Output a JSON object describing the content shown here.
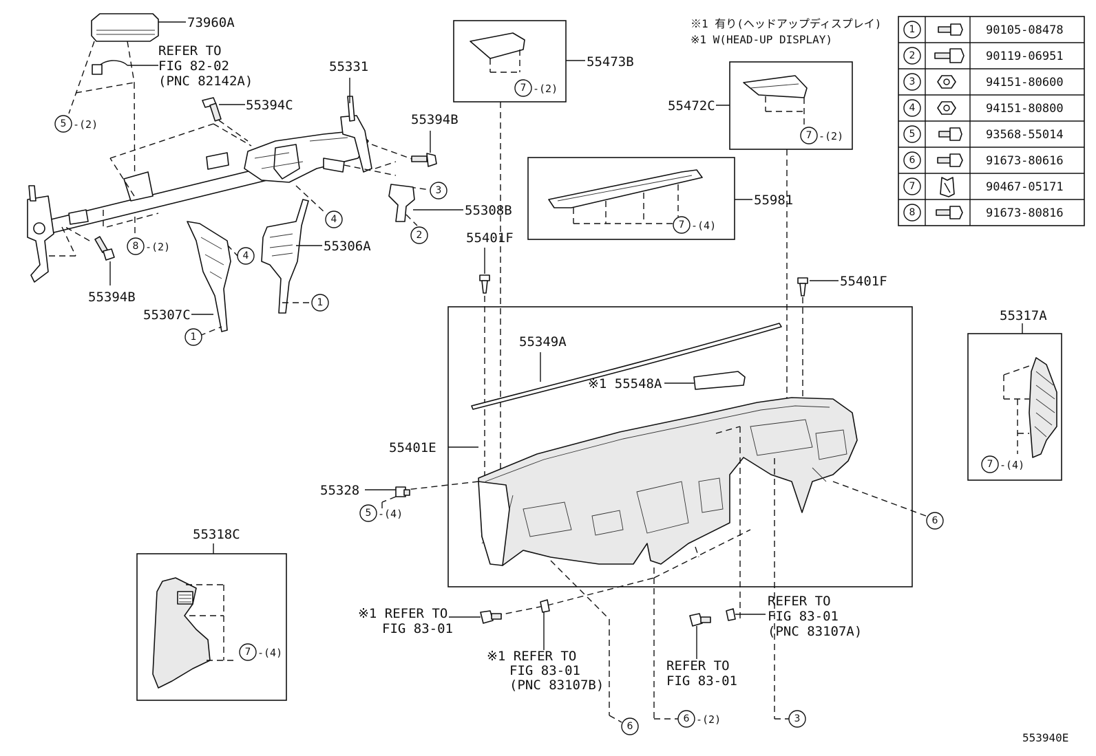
{
  "diagram_id": "553940E",
  "notes": {
    "line1": "※1 有り(ヘッドアップディスプレイ)",
    "line2": "※1 W(HEAD-UP DISPLAY)"
  },
  "fastener_table": [
    {
      "no": "1",
      "part": "90105-08478"
    },
    {
      "no": "2",
      "part": "90119-06951"
    },
    {
      "no": "3",
      "part": "94151-80600"
    },
    {
      "no": "4",
      "part": "94151-80800"
    },
    {
      "no": "5",
      "part": "93568-55014"
    },
    {
      "no": "6",
      "part": "91673-80616"
    },
    {
      "no": "7",
      "part": "90467-05171"
    },
    {
      "no": "8",
      "part": "91673-80816"
    }
  ],
  "labels": {
    "p73960A": "73960A",
    "p55331": "55331",
    "p55394C": "55394C",
    "p55394B_top": "55394B",
    "p55394B_left": "55394B",
    "p55308B": "55308B",
    "p55306A": "55306A",
    "p55307C": "55307C",
    "p55473B": "55473B",
    "p55472C": "55472C",
    "p55981": "55981",
    "p55401F_left": "55401F",
    "p55401F_right": "55401F",
    "p55349A": "55349A",
    "p55548A": "※1 55548A",
    "p55401E": "55401E",
    "p55328": "55328",
    "p55317A": "55317A",
    "p55318C": "55318C"
  },
  "refers": {
    "fig8202": {
      "l1": "REFER TO",
      "l2": "FIG 82-02",
      "l3": "(PNC 82142A)"
    },
    "fig8301_a": {
      "l1": "※1 REFER TO",
      "l2": "FIG 83-01"
    },
    "fig8301_b": {
      "l1": "※1 REFER TO",
      "l2": "FIG 83-01",
      "l3": "(PNC 83107B)"
    },
    "fig8301_c": {
      "l1": "REFER TO",
      "l2": "FIG 83-01"
    },
    "fig8301_d": {
      "l1": "REFER TO",
      "l2": "FIG 83-01",
      "l3": "(PNC 83107A)"
    }
  },
  "callouts": {
    "c5_top": {
      "no": "5",
      "qty": "-(2)"
    },
    "c8": {
      "no": "8",
      "qty": "-(2)"
    },
    "c7_55473B": {
      "no": "7",
      "qty": "-(2)"
    },
    "c7_55472C": {
      "no": "7",
      "qty": "-(2)"
    },
    "c7_55981": {
      "no": "7",
      "qty": "-(4)"
    },
    "c7_55317A": {
      "no": "7",
      "qty": "-(4)"
    },
    "c7_55318C": {
      "no": "7",
      "qty": "-(4)"
    },
    "c5_55328": {
      "no": "5",
      "qty": "-(4)"
    },
    "c6_bottom": {
      "no": "6",
      "qty": "-(2)"
    },
    "c3_a": {
      "no": "3"
    },
    "c2": {
      "no": "2"
    },
    "c4_a": {
      "no": "4"
    },
    "c4_b": {
      "no": "4"
    },
    "c1_a": {
      "no": "1"
    },
    "c1_b": {
      "no": "1"
    },
    "c6_right": {
      "no": "6"
    },
    "c6_mid": {
      "no": "6"
    },
    "c3_b": {
      "no": "3"
    }
  }
}
